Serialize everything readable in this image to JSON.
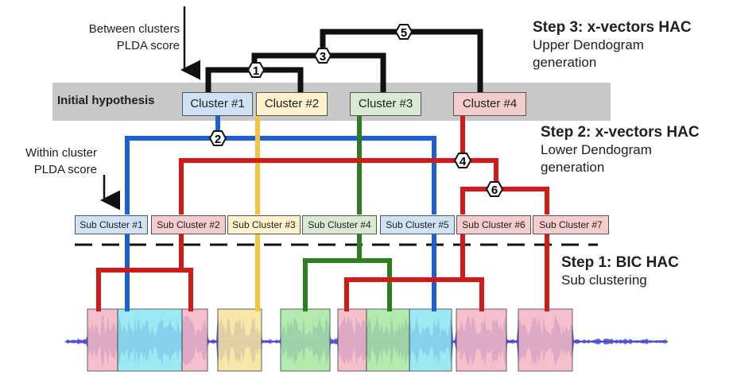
{
  "notes": {
    "between_line1": "Between clusters",
    "between_line2": "PLDA score",
    "within_line1": "Within cluster",
    "within_line2": "PLDA score"
  },
  "steps": {
    "step3_title": "Step 3: x-vectors HAC",
    "step3_line1": "Upper Dendogram",
    "step3_line2": "generation",
    "step2_title": "Step 2: x-vectors HAC",
    "step2_line1": "Lower Dendogram",
    "step2_line2": "generation",
    "step1_title": "Step 1: BIC HAC",
    "step1_line1": "Sub clustering"
  },
  "initial_hypothesis": "Initial hypothesis",
  "clusters": [
    {
      "label": "Cluster #1",
      "color": "#cfe2f3"
    },
    {
      "label": "Cluster #2",
      "color": "#fff2cc"
    },
    {
      "label": "Cluster #3",
      "color": "#d9ead3"
    },
    {
      "label": "Cluster #4",
      "color": "#f4cccc"
    }
  ],
  "sub_clusters": [
    {
      "label": "Sub Cluster #1",
      "color": "#cfe2f3"
    },
    {
      "label": "Sub Cluster #2",
      "color": "#f4cccc"
    },
    {
      "label": "Sub Cluster #3",
      "color": "#fff2cc"
    },
    {
      "label": "Sub Cluster #4",
      "color": "#d9ead3"
    },
    {
      "label": "Sub Cluster #5",
      "color": "#cfe2f3"
    },
    {
      "label": "Sub Cluster #6",
      "color": "#f4cccc"
    },
    {
      "label": "Sub Cluster #7",
      "color": "#f4cccc"
    }
  ],
  "merge_order": [
    "1",
    "2",
    "3",
    "4",
    "5",
    "6"
  ],
  "line_colors": {
    "blue": "#1c5fd6",
    "yellow": "#f6c443",
    "green": "#2e7d1e",
    "red": "#d41919",
    "black": "#111111"
  }
}
